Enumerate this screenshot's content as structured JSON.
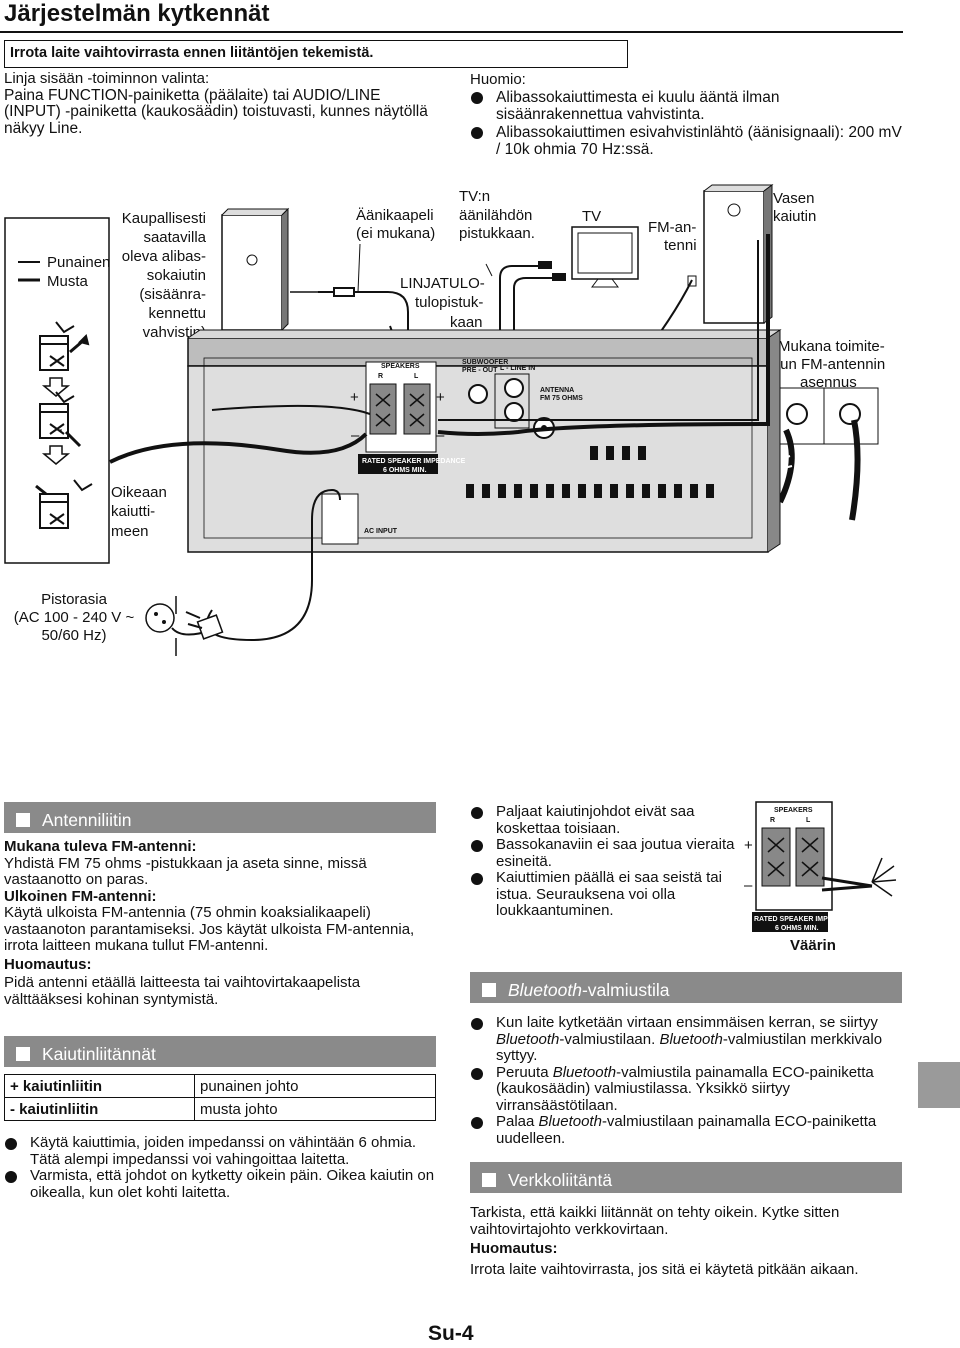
{
  "title": "Järjestelmän kytkennät",
  "warning": "Irrota laite vaihtovirrasta ennen liitäntöjen tekemistä.",
  "line_in": {
    "heading": "Linja sisään -toiminnon valinta:",
    "text": "Paina FUNCTION-painiketta (päälaite) tai AUDIO/LINE (INPUT) -painiketta (kaukosäädin) toistuvasti, kunnes näytöllä näkyy Line."
  },
  "huomio": {
    "heading": "Huomio:",
    "bullets": [
      "Alibassokaiuttimesta ei kuulu ääntä ilman sisäänrakennettua vahvistinta.",
      "Alibassokaiuttimen esivahvistinlähtö (äänisignaali): 200 mV / 10k ohmia 70 Hz:ssä."
    ]
  },
  "diagram": {
    "legend_red": "Punainen",
    "legend_black": "Musta",
    "subwoofer_label": [
      "Kaupallisesti",
      "saatavilla",
      "oleva alibas-",
      "sokaiutin",
      "(sisäänra-",
      "kennettu",
      "vahvistin)"
    ],
    "audio_cable_label": [
      "Äänikaapeli",
      "(ei mukana)"
    ],
    "tv_output_label": [
      "TV:n",
      "äänilähdön",
      "pistukkaan."
    ],
    "line_in_label": [
      "LINJATULO-",
      "tulopistuk-",
      "kaan"
    ],
    "tv_label": "TV",
    "fm_antenna_label": [
      "FM-an-",
      "tenni"
    ],
    "left_speaker_label": [
      "Vasen",
      "kaiutin"
    ],
    "fm_install_label": [
      "Mukana toimite-",
      "tun FM-antennin",
      "asennus"
    ],
    "right_speaker_label": [
      "Oikeaan",
      "kaiutti-",
      "meen"
    ],
    "outlet_label": [
      "Pistorasia",
      "(AC 100 - 240 V ~",
      "50/60 Hz)"
    ],
    "panel_speakers": "SPEAKERS",
    "panel_r": "R",
    "panel_l": "L",
    "panel_subwoofer": "SUBWOOFER",
    "panel_preout": "PRE - OUT",
    "panel_lin": "L - LINE IN",
    "panel_antenna": "ANTENNA",
    "panel_fm": "FM 75 OHMS",
    "panel_impedance": "RATED SPEAKER IMPEDANCE",
    "panel_6ohms": "6 OHMS MIN.",
    "panel_acinput": "AC INPUT",
    "plus": "+",
    "minus": "–"
  },
  "antenna_section": {
    "heading": "Antenniliitin",
    "supplied_heading": "Mukana tuleva FM-antenni:",
    "supplied_text": "Yhdistä FM 75 ohms -pistukkaan ja aseta sinne, missä vastaanotto on paras.",
    "outdoor_heading": "Ulkoinen FM-antenni:",
    "outdoor_text": "Käytä ulkoista FM-antennia (75 ohmin koaksialikaapeli) vastaanoton parantamiseksi. Jos käytät ulkoista FM-antennia, irrota laitteen mukana tullut FM-antenni.",
    "note_heading": "Huomautus:",
    "note_text": "Pidä antenni etäällä laitteesta tai vaihtovirtakaapelista välttääksesi kohinan syntymistä."
  },
  "speaker_section": {
    "heading": "Kaiutinliitännät",
    "table": [
      [
        "+ kaiutinliitin",
        "punainen johto"
      ],
      [
        "- kaiutinliitin",
        "musta johto"
      ]
    ],
    "bullets": [
      "Käytä kaiuttimia, joiden impedanssi on vähintään 6 ohmia. Tätä alempi impedanssi voi vahingoittaa laitetta.",
      "Varmista, että johdot on kytketty oikein päin. Oikea kaiutin on oikealla, kun olet kohti laitetta."
    ]
  },
  "right_col": {
    "bullets": [
      "Paljaat kaiutinjohdot eivät saa koskettaa toisiaan.",
      "Bassokanaviin ei saa joutua vieraita esineitä.",
      "Kaiuttimien päällä ei saa seistä tai istua. Seurauksena voi olla loukkaantuminen."
    ],
    "wrong_label": "Väärin",
    "small_speakers": "SPEAKERS",
    "small_impedance": "RATED SPEAKER IMPEDANCE",
    "small_6ohms": "6 OHMS MIN."
  },
  "bluetooth_section": {
    "heading_italic": "Bluetooth",
    "heading_rest": "-valmiustila",
    "b1_a": "Kun laite kytketään virtaan ensimmäisen kerran, se siirtyy ",
    "b1_b": "Bluetooth",
    "b1_c": "-valmiustilaan. ",
    "b1_d": "Bluetooth",
    "b1_e": "-valmiustilan merkkivalo syttyy.",
    "b2_a": "Peruuta ",
    "b2_b": "Bluetooth",
    "b2_c": "-valmiustila painamalla ECO-painiketta (kaukosäädin) valmiustilassa. Yksikkö siirtyy virransäästötilaan.",
    "b3_a": "Palaa ",
    "b3_b": "Bluetooth",
    "b3_c": "-valmiustilaan painamalla ECO-painiketta uudelleen."
  },
  "network_section": {
    "heading": "Verkkoliitäntä",
    "text": "Tarkista, että kaikki liitännät on tehty oikein. Kytke sitten vaihtovirtajohto verkkovirtaan.",
    "note_heading": "Huomautus:",
    "note_text": "Irrota laite vaihtovirrasta, jos sitä ei käytetä pitkään aikaan."
  },
  "page_number": "Su-4"
}
